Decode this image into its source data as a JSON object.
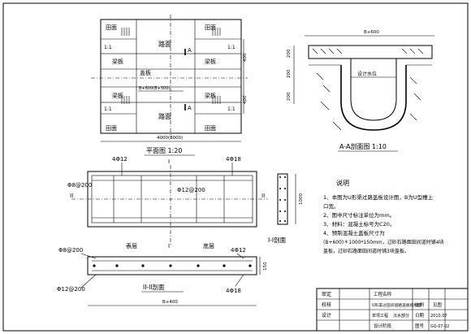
{
  "plan": {
    "field_label": "田面",
    "road_label": "路面",
    "slab_label": "梁板",
    "cover_label": "盖板",
    "slope_label": "1:1",
    "section_marker": "A",
    "dim_total": "4000(3000)",
    "dim_inner": "B+600(B+300)",
    "dim_side_a": "400",
    "dim_side_b": "400",
    "title": "平面图  1:20"
  },
  "section_a": {
    "dim_top": "B+600",
    "dim_left_top": "200",
    "dim_left_mid": "200",
    "dim_left_low": "200",
    "water_label": "设计水位",
    "title": "A-A剖面图  1:10"
  },
  "rebar": {
    "label_top_left": "4Φ12",
    "label_top_right": "4Φ18",
    "label_left": "Φ8@200",
    "label_center": "Φ12@200",
    "label_bottom_left": "Φ8@200",
    "label_bottom_right": "4Φ12",
    "section_ii": "II",
    "section_i": "I",
    "dim_height": "1000",
    "side_title": "I-I剖面",
    "surface_label": "表层",
    "bottom_label": "底层",
    "label_lower_right": "4Φ18",
    "label_lower_left": "Φ12@200",
    "lower_title": "II-II剖面",
    "dim_150": "150",
    "dim_width": "B+400"
  },
  "notes": {
    "title": "说明",
    "lines": [
      "1、本图为U形渠过路盖板设计图，B为U型槽上",
      "    口宽。",
      "2、图中尺寸标注单位为mm。",
      "3、材料：混凝土标号为C20。",
      "4、预制混凝土盖板尺寸为",
      "    (B+600)＊1000*150mm，过砂石路面田间道时铺4块",
      "    盖板，过砂石路面田间道时铺3块盖板。"
    ]
  },
  "titleblock": {
    "review_label": "审定",
    "check_label": "校核",
    "design_label": "设计",
    "drawing_label": "设计阶段",
    "project_label": "工程名称",
    "drawing_name": "U形渠过田间道路盖板结构图",
    "stage_value": "单项工程",
    "part_value": "沉水部分",
    "scale_label": "比例",
    "scale_value": "见图",
    "date_label": "日期",
    "date_value": "2010.07",
    "number_label": "图号",
    "number_value": "GQ-07-02"
  }
}
